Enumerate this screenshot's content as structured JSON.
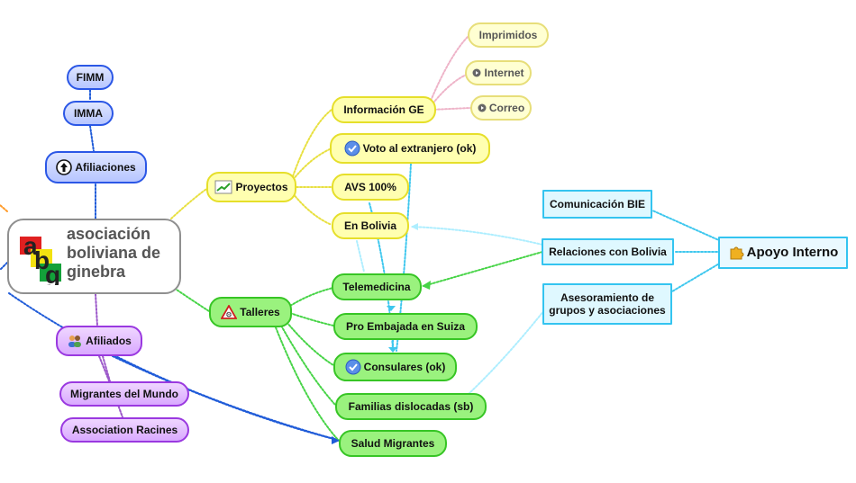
{
  "central": {
    "text": "asociación\nboliviana de\nginebra",
    "logo_letters": [
      "a",
      "b",
      "g"
    ],
    "logo_colors": {
      "red": "#e02020",
      "yellow": "#f2e210",
      "green": "#13a13a"
    }
  },
  "left_branch": {
    "fimm": "FIMM",
    "imma": "IMMA",
    "afiliaciones": "Afiliaciones",
    "afiliados": "Afiliados",
    "migrantes": "Migrantes del Mundo",
    "racines": "Association Racines"
  },
  "proyectos": {
    "label": "Proyectos",
    "informacion": "Información GE",
    "imprimidos": "Imprimidos",
    "internet": "Internet",
    "correo": "Correo",
    "voto": "Voto al extranjero (ok)",
    "avs": "AVS 100%",
    "en_bolivia": "En Bolivia"
  },
  "talleres": {
    "label": "Talleres",
    "telemedicina": "Telemedicina",
    "embajada": "Pro Embajada en Suiza",
    "consulares": "Consulares (ok)",
    "familias": "Familias dislocadas (sb)",
    "salud": "Salud Migrantes"
  },
  "apoyo": {
    "label": "Apoyo Interno",
    "comunicacion": "Comunicación BIE",
    "relaciones": "Relaciones con Bolivia",
    "asesoramiento": "Asesoramiento de\ngrupos y asociaciones"
  },
  "colors": {
    "blue_link": "#1f5bd8",
    "yellow_link": "#e8e040",
    "green_link": "#47d447",
    "cyan_link": "#3ec7ee",
    "pink_link": "#eeb3c8",
    "purple_link": "#9b57c9"
  }
}
